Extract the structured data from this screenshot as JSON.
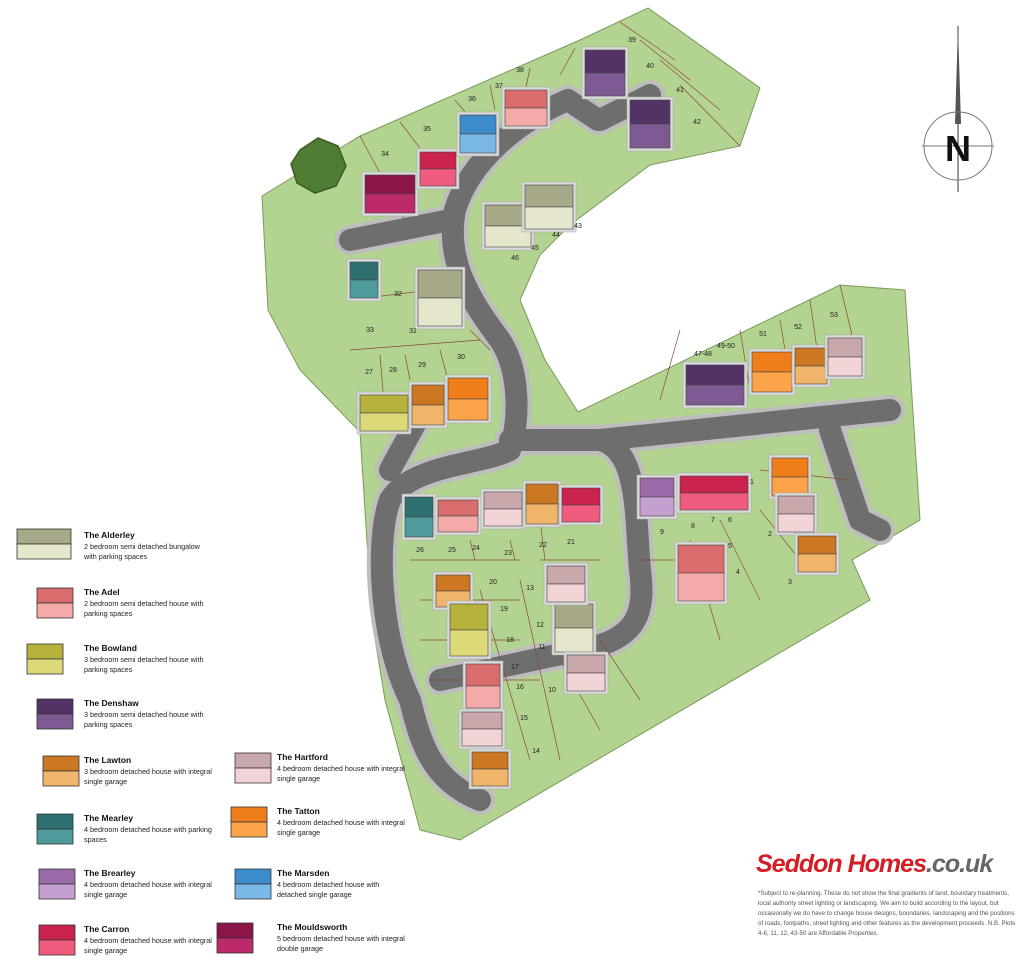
{
  "map": {
    "colors": {
      "grass": "#b3d391",
      "grass_edge": "#7a9a5a",
      "road": "#6e6e6e",
      "road_edge": "#bdbdbd",
      "driveway": "#8c8c8c",
      "plot_line": "#8a4b35",
      "tree": "#4f7d33"
    },
    "plot_labels": [
      {
        "id": "1",
        "text": "1"
      },
      {
        "id": "2",
        "text": "2"
      },
      {
        "id": "3",
        "text": "3"
      },
      {
        "id": "4",
        "text": "4"
      },
      {
        "id": "5",
        "text": "5"
      },
      {
        "id": "6",
        "text": "6"
      },
      {
        "id": "7",
        "text": "7"
      },
      {
        "id": "8",
        "text": "8"
      },
      {
        "id": "9",
        "text": "9"
      },
      {
        "id": "10",
        "text": "10"
      },
      {
        "id": "11",
        "text": "11"
      },
      {
        "id": "12",
        "text": "12"
      },
      {
        "id": "13",
        "text": "13"
      },
      {
        "id": "14",
        "text": "14"
      },
      {
        "id": "15",
        "text": "15"
      },
      {
        "id": "16",
        "text": "16"
      },
      {
        "id": "17",
        "text": "17"
      },
      {
        "id": "18",
        "text": "18"
      },
      {
        "id": "19",
        "text": "19"
      },
      {
        "id": "20",
        "text": "20"
      },
      {
        "id": "21",
        "text": "21"
      },
      {
        "id": "22",
        "text": "22"
      },
      {
        "id": "23",
        "text": "23"
      },
      {
        "id": "24",
        "text": "24"
      },
      {
        "id": "25",
        "text": "25"
      },
      {
        "id": "26",
        "text": "26"
      },
      {
        "id": "27",
        "text": "27"
      },
      {
        "id": "28",
        "text": "28"
      },
      {
        "id": "29",
        "text": "29"
      },
      {
        "id": "30",
        "text": "30"
      },
      {
        "id": "31",
        "text": "31"
      },
      {
        "id": "32",
        "text": "32"
      },
      {
        "id": "33",
        "text": "33"
      },
      {
        "id": "34",
        "text": "34"
      },
      {
        "id": "35",
        "text": "35"
      },
      {
        "id": "36",
        "text": "36"
      },
      {
        "id": "37",
        "text": "37"
      },
      {
        "id": "38",
        "text": "38"
      },
      {
        "id": "39",
        "text": "39"
      },
      {
        "id": "40",
        "text": "40"
      },
      {
        "id": "41",
        "text": "41"
      },
      {
        "id": "42",
        "text": "42"
      },
      {
        "id": "43",
        "text": "43"
      },
      {
        "id": "44",
        "text": "44"
      },
      {
        "id": "45",
        "text": "45"
      },
      {
        "id": "46",
        "text": "46"
      },
      {
        "id": "47-48",
        "text": "47-48"
      },
      {
        "id": "49-50",
        "text": "49-50"
      },
      {
        "id": "51",
        "text": "51"
      },
      {
        "id": "52",
        "text": "52"
      },
      {
        "id": "53",
        "text": "53"
      }
    ],
    "north_label": "N"
  },
  "legend": [
    {
      "key": "alderley",
      "name": "The Alderley",
      "description": "2 bedroom semi detached bungalow with parking spaces",
      "color_dark": "#a7a989",
      "color_light": "#e6e6cc"
    },
    {
      "key": "adel",
      "name": "The Adel",
      "description": "2 bedroom semi detached house with parking spaces",
      "color_dark": "#d96d6d",
      "color_light": "#f5aaaa"
    },
    {
      "key": "bowland",
      "name": "The Bowland",
      "description": "3 bedroom semi detached house with parking spaces",
      "color_dark": "#b6b23c",
      "color_light": "#dcd978"
    },
    {
      "key": "denshaw",
      "name": "The Denshaw",
      "description": "3 bedroom semi detached house with parking spaces",
      "color_dark": "#533266",
      "color_light": "#7d5a92"
    },
    {
      "key": "lawton",
      "name": "The Lawton",
      "description": "3 bedroom detached house with integral single garage",
      "color_dark": "#cc7722",
      "color_light": "#f0b56a"
    },
    {
      "key": "mearley",
      "name": "The Mearley",
      "description": "4 bedroom detached house with parking spaces",
      "color_dark": "#2e6f70",
      "color_light": "#4f9a9b"
    },
    {
      "key": "brearley",
      "name": "The Brearley",
      "description": "4 bedroom detached house with integral single garage",
      "color_dark": "#9a69a8",
      "color_light": "#c59fd0"
    },
    {
      "key": "carron",
      "name": "The Carron",
      "description": "4 bedroom detached house with integral single garage",
      "color_dark": "#c9234e",
      "color_light": "#ef5b7d"
    },
    {
      "key": "hartford",
      "name": "The Hartford",
      "description": "4 bedroom detached house with integral single garage",
      "color_dark": "#c8a8aa",
      "color_light": "#f2d4d6"
    },
    {
      "key": "tatton",
      "name": "The Tatton",
      "description": "4 bedroom detached house with integral single garage",
      "color_dark": "#ef7d1a",
      "color_light": "#fba44a"
    },
    {
      "key": "marsden",
      "name": "The Marsden",
      "description": "4 bedroom detached house with detached single garage",
      "color_dark": "#3c8ccc",
      "color_light": "#7ab8e8"
    },
    {
      "key": "mouldsworth",
      "name": "The Mouldsworth",
      "description": "5 bedroom detached house with integral double garage",
      "color_dark": "#8c1548",
      "color_light": "#bb2a6a"
    }
  ],
  "brand": {
    "part1": "Seddon Homes",
    "part2": ".co.uk",
    "color": "#d41e26"
  },
  "disclaimer": "*Subject to re-planning. These do not show the final gradients of land, boundary treatments, local authority street lighting or landscaping. We aim to build according to the layout, but occasionally we do have to change house designs, boundaries, landscaping and the positions of roads, footpaths, street lighting and other features as the development proceeds. N.B. Plots 4-6, 11, 12, 43-50 are Affordable Properties."
}
